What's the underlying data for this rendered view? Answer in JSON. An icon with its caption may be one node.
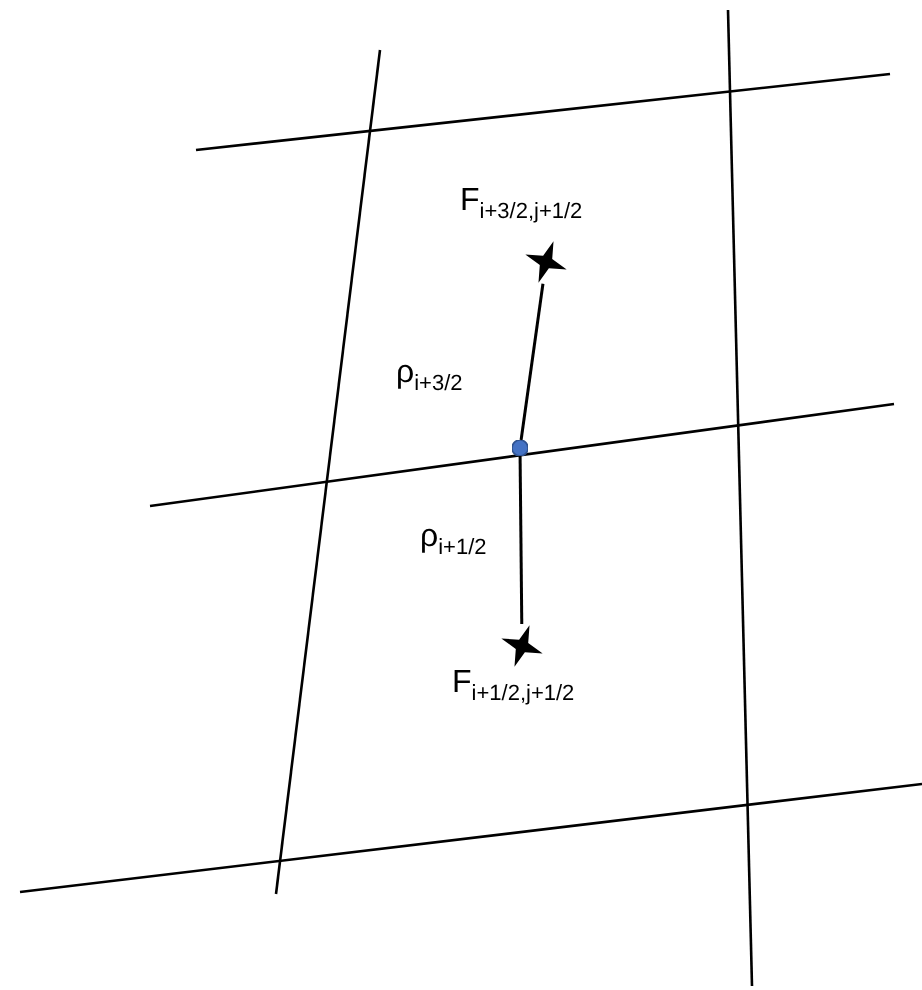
{
  "diagram": {
    "nodes": [
      {
        "text": [],
        "shape": "star",
        "beside": [
          "F$_{i+3/2,j+1/2}$"
        ]
      },
      {
        "text": [],
        "shape": "circle"
      },
      {
        "text": [],
        "shape": "star",
        "beside": [
          "F$_{i+1/2,j+1/2}$"
        ]
      }
    ],
    "edges": [
      {
        "from": 0,
        "to": 1,
        "arrow": "none",
        "label": "ρ$_{i+3/2}$"
      },
      {
        "from": 1,
        "to": 2,
        "arrow": "none",
        "label": "ρ$_{i+1/2}$"
      }
    ]
  }
}
